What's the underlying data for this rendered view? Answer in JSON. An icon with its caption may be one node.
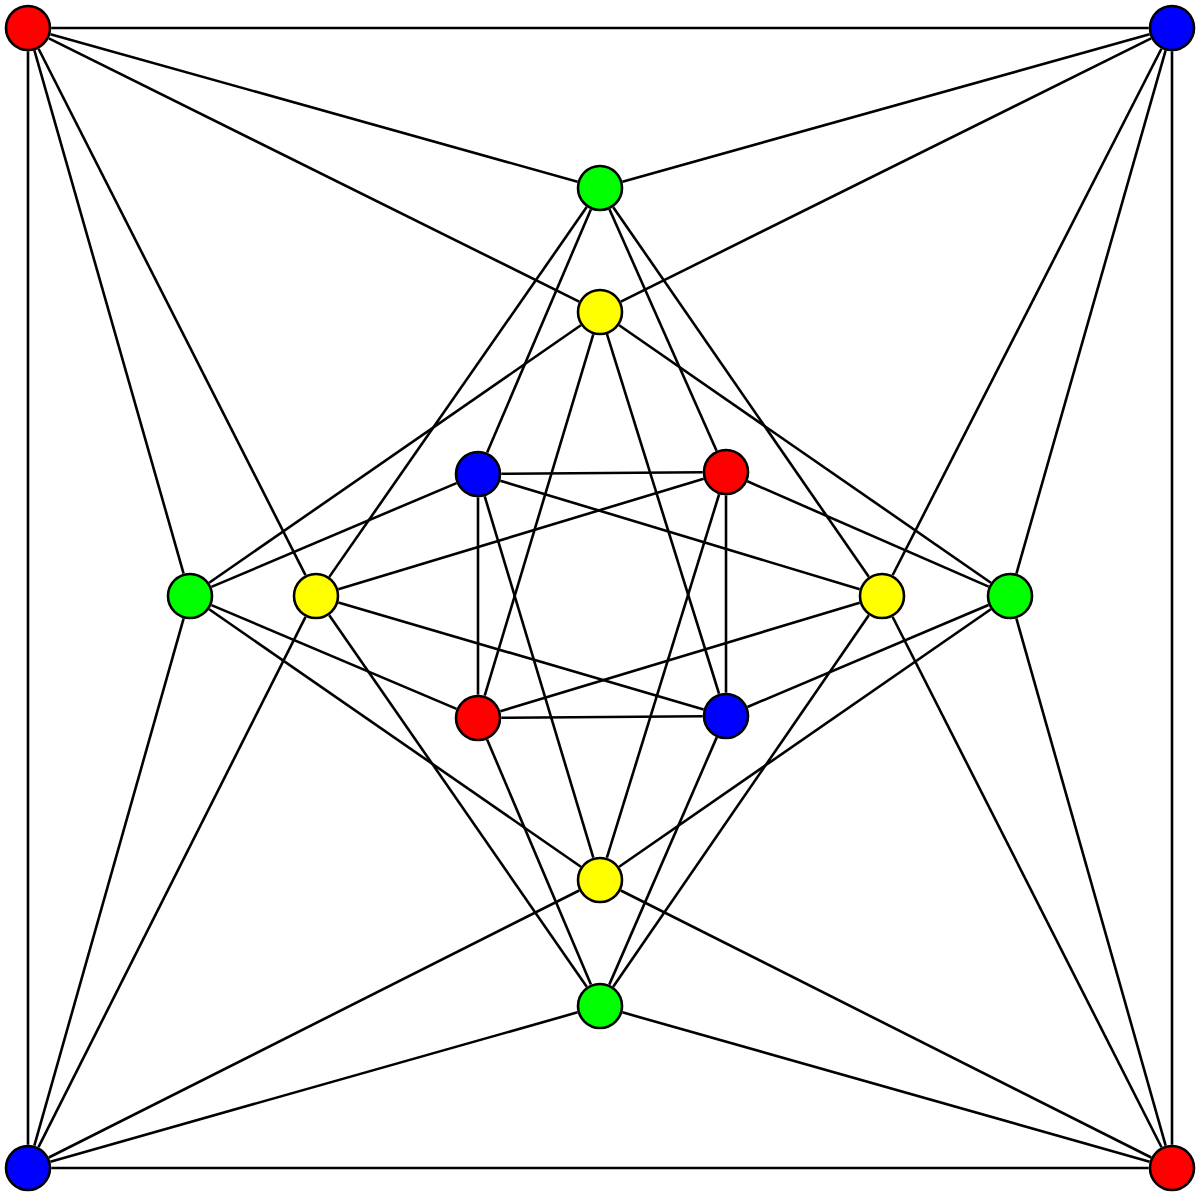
{
  "diagram": {
    "nodes": [
      {
        "text": [],
        "shape": "circle"
      },
      {
        "text": [],
        "shape": "circle"
      },
      {
        "text": [],
        "shape": "circle"
      },
      {
        "text": [],
        "shape": "circle"
      },
      {
        "text": [],
        "shape": "circle"
      },
      {
        "text": [],
        "shape": "circle"
      },
      {
        "text": [],
        "shape": "circle"
      },
      {
        "text": [],
        "shape": "circle"
      },
      {
        "text": [],
        "shape": "circle"
      },
      {
        "text": [],
        "shape": "circle"
      },
      {
        "text": [],
        "shape": "circle"
      },
      {
        "text": [],
        "shape": "circle"
      },
      {
        "text": [],
        "shape": "circle"
      },
      {
        "text": [],
        "shape": "circle"
      },
      {
        "text": [],
        "shape": "circle"
      },
      {
        "text": [],
        "shape": "circle"
      }
    ],
    "edges": [
      {
        "from": 0,
        "to": 1,
        "arrow": "none"
      },
      {
        "from": 0,
        "to": 14,
        "arrow": "none"
      },
      {
        "from": 0,
        "to": 2,
        "arrow": "none"
      },
      {
        "from": 0,
        "to": 3,
        "arrow": "none"
      },
      {
        "from": 0,
        "to": 6,
        "arrow": "none"
      },
      {
        "from": 0,
        "to": 7,
        "arrow": "none"
      },
      {
        "from": 1,
        "to": 15,
        "arrow": "none"
      },
      {
        "from": 1,
        "to": 2,
        "arrow": "none"
      },
      {
        "from": 1,
        "to": 3,
        "arrow": "none"
      },
      {
        "from": 1,
        "to": 8,
        "arrow": "none"
      },
      {
        "from": 1,
        "to": 9,
        "arrow": "none"
      },
      {
        "from": 14,
        "to": 15,
        "arrow": "none"
      },
      {
        "from": 14,
        "to": 6,
        "arrow": "none"
      },
      {
        "from": 14,
        "to": 7,
        "arrow": "none"
      },
      {
        "from": 14,
        "to": 12,
        "arrow": "none"
      },
      {
        "from": 14,
        "to": 13,
        "arrow": "none"
      },
      {
        "from": 15,
        "to": 8,
        "arrow": "none"
      },
      {
        "from": 15,
        "to": 9,
        "arrow": "none"
      },
      {
        "from": 15,
        "to": 12,
        "arrow": "none"
      },
      {
        "from": 15,
        "to": 13,
        "arrow": "none"
      },
      {
        "from": 2,
        "to": 4,
        "arrow": "none"
      },
      {
        "from": 2,
        "to": 7,
        "arrow": "none"
      },
      {
        "from": 2,
        "to": 5,
        "arrow": "none"
      },
      {
        "from": 2,
        "to": 8,
        "arrow": "none"
      },
      {
        "from": 3,
        "to": 6,
        "arrow": "none"
      },
      {
        "from": 3,
        "to": 10,
        "arrow": "none"
      },
      {
        "from": 3,
        "to": 11,
        "arrow": "none"
      },
      {
        "from": 3,
        "to": 9,
        "arrow": "none"
      },
      {
        "from": 4,
        "to": 5,
        "arrow": "none"
      },
      {
        "from": 4,
        "to": 10,
        "arrow": "none"
      },
      {
        "from": 4,
        "to": 6,
        "arrow": "none"
      },
      {
        "from": 4,
        "to": 8,
        "arrow": "none"
      },
      {
        "from": 4,
        "to": 12,
        "arrow": "none"
      },
      {
        "from": 5,
        "to": 11,
        "arrow": "none"
      },
      {
        "from": 5,
        "to": 9,
        "arrow": "none"
      },
      {
        "from": 5,
        "to": 7,
        "arrow": "none"
      },
      {
        "from": 5,
        "to": 12,
        "arrow": "none"
      },
      {
        "from": 6,
        "to": 10,
        "arrow": "none"
      },
      {
        "from": 6,
        "to": 12,
        "arrow": "none"
      },
      {
        "from": 7,
        "to": 11,
        "arrow": "none"
      },
      {
        "from": 7,
        "to": 13,
        "arrow": "none"
      },
      {
        "from": 8,
        "to": 10,
        "arrow": "none"
      },
      {
        "from": 8,
        "to": 13,
        "arrow": "none"
      },
      {
        "from": 9,
        "to": 11,
        "arrow": "none"
      },
      {
        "from": 9,
        "to": 12,
        "arrow": "none"
      },
      {
        "from": 10,
        "to": 11,
        "arrow": "none"
      },
      {
        "from": 10,
        "to": 13,
        "arrow": "none"
      },
      {
        "from": 11,
        "to": 13,
        "arrow": "none"
      }
    ]
  }
}
